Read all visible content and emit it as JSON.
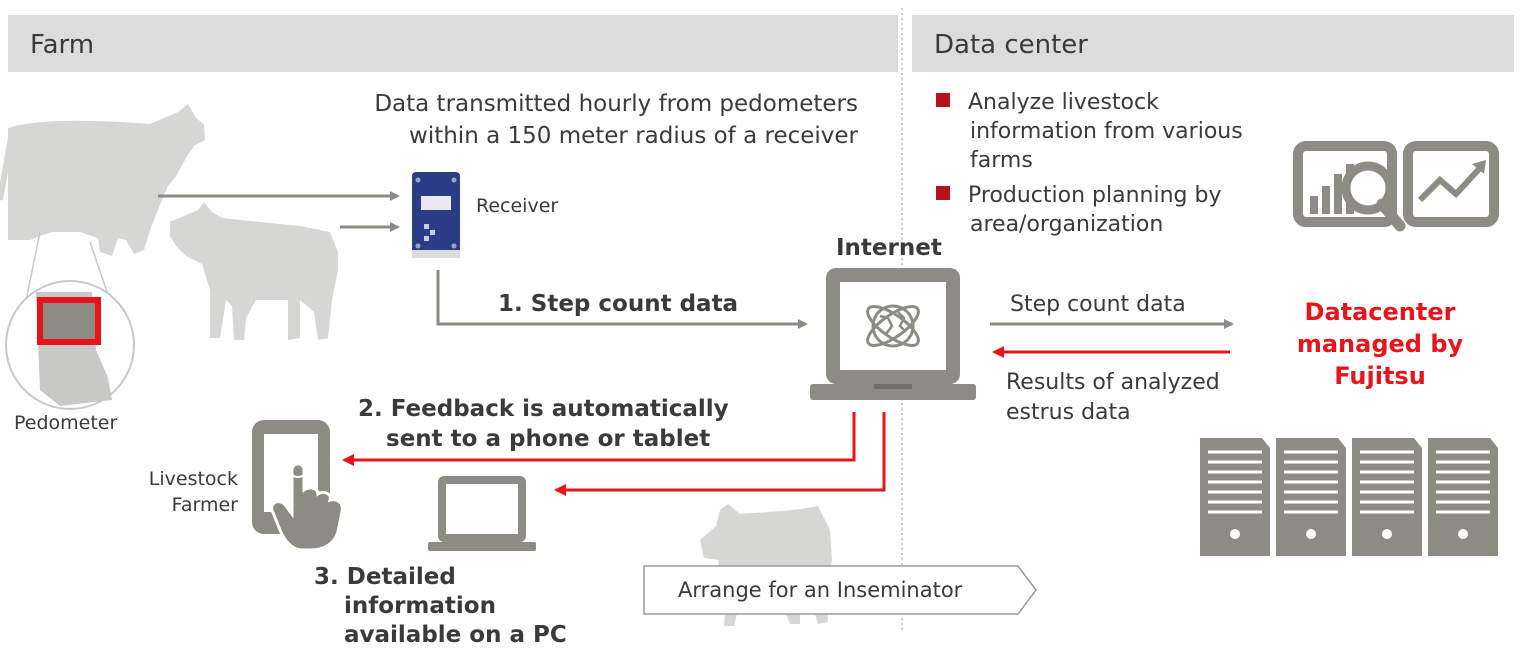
{
  "headers": {
    "farm": "Farm",
    "datacenter": "Data center"
  },
  "transmit_note": [
    "Data transmitted hourly from pedometers",
    "within a 150 meter radius of a receiver"
  ],
  "labels": {
    "receiver": "Receiver",
    "pedometer": "Pedometer",
    "farmer": [
      "Livestock",
      "Farmer"
    ],
    "internet": "Internet",
    "step_count_right": "Step count data",
    "results": [
      "Results of analyzed",
      "estrus data"
    ],
    "datacenter": [
      "Datacenter",
      "managed by",
      "Fujitsu"
    ],
    "inseminator": "Arrange for an Inseminator"
  },
  "steps": [
    {
      "num": "1.",
      "text": [
        "Step count data"
      ]
    },
    {
      "num": "2.",
      "text": [
        "Feedback is automatically",
        "sent to a phone or tablet"
      ]
    },
    {
      "num": "3.",
      "text": [
        "Detailed",
        "information",
        "available on a PC"
      ]
    }
  ],
  "bullets": [
    [
      "Analyze livestock",
      "information from various",
      "farms"
    ],
    [
      "Production planning by",
      "area/organization"
    ]
  ],
  "colors": {
    "gray": "#8c8b84",
    "silhouette": "#d6d6d4",
    "red": "#e8141c",
    "bullet": "#b5121b",
    "receiver": "#2b3d86"
  },
  "icons": [
    "cow-icon",
    "pedometer-icon",
    "receiver-icon",
    "laptop-icon",
    "globe-icon",
    "tablet-icon",
    "hand-icon",
    "chart-icon",
    "server-icon"
  ]
}
